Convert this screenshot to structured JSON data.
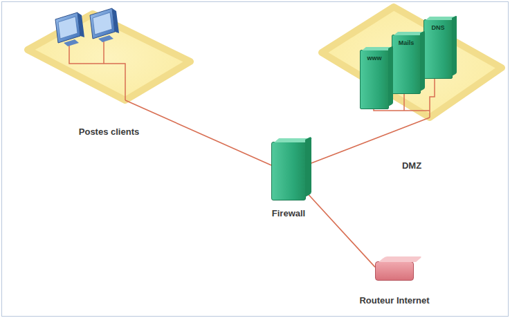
{
  "diagram": {
    "nodes": [
      {
        "text": [
          "Postes clients"
        ]
      },
      {
        "text": [
          "DMZ"
        ]
      },
      {
        "text": [
          "www"
        ],
        "in": 1
      },
      {
        "text": [
          "Mails"
        ],
        "in": 1
      },
      {
        "text": [
          "DNS"
        ],
        "in": 1
      },
      {
        "text": [
          "Firewall"
        ]
      },
      {
        "text": [
          "Routeur Internet"
        ]
      }
    ],
    "edges": [
      {
        "from": 0,
        "to": 5,
        "arrow": "none"
      },
      {
        "from": 5,
        "to": 1,
        "arrow": "none"
      },
      {
        "from": 5,
        "to": 6,
        "arrow": "none"
      }
    ]
  }
}
